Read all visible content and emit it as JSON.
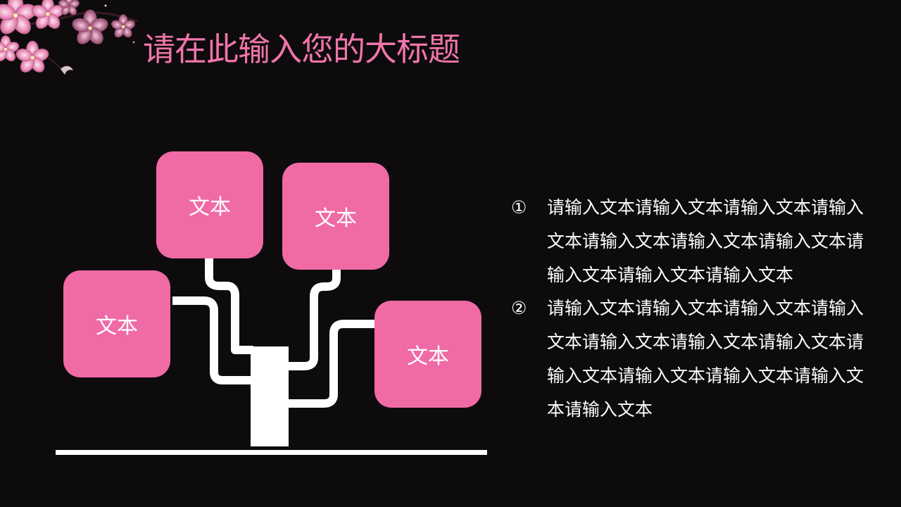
{
  "title": "请在此输入您的大标题",
  "colors": {
    "background": "#0d0b0c",
    "accent": "#f06aa6",
    "title": "#f075ab",
    "line": "#ffffff"
  },
  "diagram": {
    "boxes": [
      {
        "label": "文本"
      },
      {
        "label": "文本"
      },
      {
        "label": "文本"
      },
      {
        "label": "文本"
      }
    ]
  },
  "points": [
    {
      "marker": "①",
      "text": "请输入文本请输入文本请输入文本请输入文本请输入文本请输入文本请输入文本请输入文本请输入文本请输入文本"
    },
    {
      "marker": "②",
      "text": "请输入文本请输入文本请输入文本请输入文本请输入文本请输入文本请输入文本请输入文本请输入文本请输入文本请输入文本请输入文本"
    }
  ],
  "decoration": {
    "corner_art": "cherry-blossom-icon"
  }
}
